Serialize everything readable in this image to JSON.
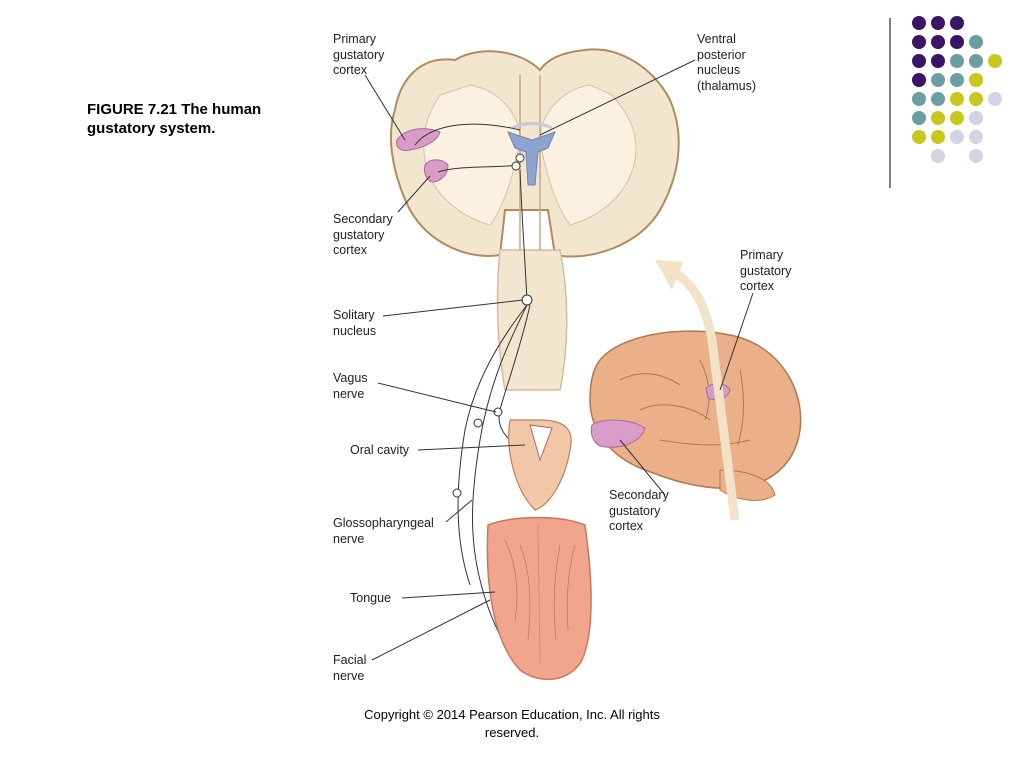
{
  "figure": {
    "caption": "FIGURE 7.21 The human gustatory system."
  },
  "labels": {
    "primary_gustatory_cortex_top": "Primary\ngustatory\ncortex",
    "ventral_posterior_nucleus": "Ventral\nposterior\nnucleus\n(thalamus)",
    "secondary_gustatory_cortex_left": "Secondary\ngustatory\ncortex",
    "solitary_nucleus": "Solitary\nnucleus",
    "vagus_nerve": "Vagus\nnerve",
    "oral_cavity": "Oral cavity",
    "glossopharyngeal_nerve": "Glossopharyngeal\nnerve",
    "tongue": "Tongue",
    "facial_nerve": "Facial\nnerve",
    "primary_gustatory_cortex_right": "Primary\ngustatory\ncortex",
    "secondary_gustatory_cortex_right": "Secondary\ngustatory\ncortex"
  },
  "footer": {
    "copyright": "Copyright © 2014 Pearson Education, Inc. All rights reserved."
  },
  "colors": {
    "purple": "#3a1466",
    "teal": "#6b9ea0",
    "yellow": "#c8c71c",
    "lavender": "#d3d3e6",
    "brain": "#f3e6cf",
    "brain_outline": "#b38a5f",
    "gyri": "#e9b08a",
    "pink": "#d99bc7",
    "thalamus": "#8ea3cf",
    "tongue": "#f0a58c"
  }
}
